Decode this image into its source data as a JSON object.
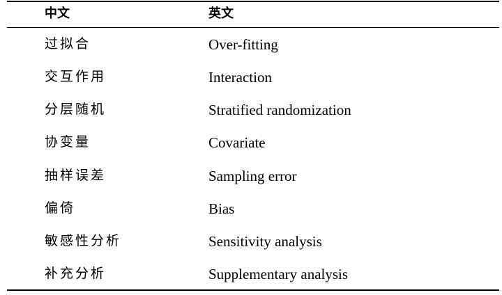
{
  "table": {
    "headers": {
      "zh": "中文",
      "en": "英文"
    },
    "rows": [
      {
        "zh": "过拟合",
        "en": "Over-fitting"
      },
      {
        "zh": "交互作用",
        "en": "Interaction"
      },
      {
        "zh": "分层随机",
        "en": "Stratified randomization"
      },
      {
        "zh": "协变量",
        "en": "Covariate"
      },
      {
        "zh": "抽样误差",
        "en": "Sampling error"
      },
      {
        "zh": "偏倚",
        "en": "Bias"
      },
      {
        "zh": "敏感性分析",
        "en": "Sensitivity analysis"
      },
      {
        "zh": "补充分析",
        "en": "Supplementary analysis"
      }
    ]
  }
}
